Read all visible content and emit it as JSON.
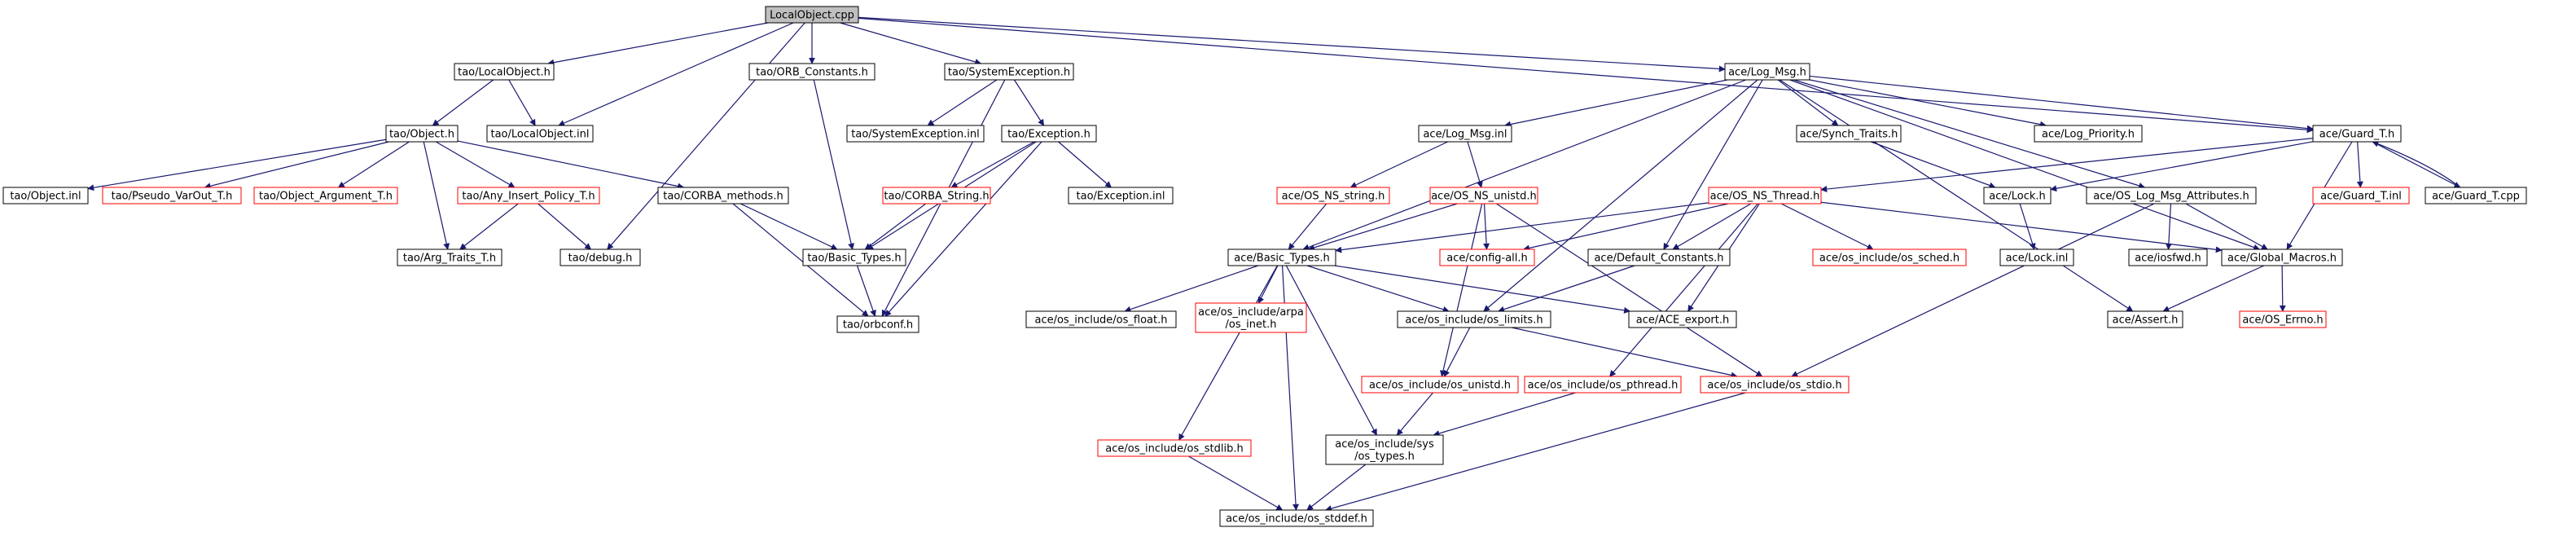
{
  "diagram": {
    "nodes": [
      {
        "id": "localobject_cpp",
        "lines": [
          "LocalObject.cpp"
        ],
        "style": "root"
      },
      {
        "id": "tao_localobject_h",
        "lines": [
          "tao/LocalObject.h"
        ],
        "style": "black"
      },
      {
        "id": "tao_orb_constants_h",
        "lines": [
          "tao/ORB_Constants.h"
        ],
        "style": "black"
      },
      {
        "id": "tao_systemexception_h",
        "lines": [
          "tao/SystemException.h"
        ],
        "style": "black"
      },
      {
        "id": "ace_log_msg_h",
        "lines": [
          "ace/Log_Msg.h"
        ],
        "style": "black"
      },
      {
        "id": "tao_object_h",
        "lines": [
          "tao/Object.h"
        ],
        "style": "black"
      },
      {
        "id": "tao_localobject_inl",
        "lines": [
          "tao/LocalObject.inl"
        ],
        "style": "black"
      },
      {
        "id": "tao_systemexception_inl",
        "lines": [
          "tao/SystemException.inl"
        ],
        "style": "black"
      },
      {
        "id": "tao_exception_h",
        "lines": [
          "tao/Exception.h"
        ],
        "style": "black"
      },
      {
        "id": "ace_log_msg_inl",
        "lines": [
          "ace/Log_Msg.inl"
        ],
        "style": "black"
      },
      {
        "id": "ace_synch_traits_h",
        "lines": [
          "ace/Synch_Traits.h"
        ],
        "style": "black"
      },
      {
        "id": "ace_log_priority_h",
        "lines": [
          "ace/Log_Priority.h"
        ],
        "style": "black"
      },
      {
        "id": "ace_guard_t_h",
        "lines": [
          "ace/Guard_T.h"
        ],
        "style": "black"
      },
      {
        "id": "tao_object_inl",
        "lines": [
          "tao/Object.inl"
        ],
        "style": "black"
      },
      {
        "id": "tao_pseudo_varout_t_h",
        "lines": [
          "tao/Pseudo_VarOut_T.h"
        ],
        "style": "red"
      },
      {
        "id": "tao_object_argument_t_h",
        "lines": [
          "tao/Object_Argument_T.h"
        ],
        "style": "red"
      },
      {
        "id": "tao_any_insert_policy_t_h",
        "lines": [
          "tao/Any_Insert_Policy_T.h"
        ],
        "style": "red"
      },
      {
        "id": "tao_corba_methods_h",
        "lines": [
          "tao/CORBA_methods.h"
        ],
        "style": "black"
      },
      {
        "id": "tao_corba_string_h",
        "lines": [
          "tao/CORBA_String.h"
        ],
        "style": "red"
      },
      {
        "id": "tao_exception_inl",
        "lines": [
          "tao/Exception.inl"
        ],
        "style": "black"
      },
      {
        "id": "ace_os_ns_string_h",
        "lines": [
          "ace/OS_NS_string.h"
        ],
        "style": "red"
      },
      {
        "id": "ace_os_ns_unistd_h",
        "lines": [
          "ace/OS_NS_unistd.h"
        ],
        "style": "red"
      },
      {
        "id": "ace_os_ns_thread_h",
        "lines": [
          "ace/OS_NS_Thread.h"
        ],
        "style": "red"
      },
      {
        "id": "ace_lock_h",
        "lines": [
          "ace/Lock.h"
        ],
        "style": "black"
      },
      {
        "id": "ace_os_log_msg_attributes_h",
        "lines": [
          "ace/OS_Log_Msg_Attributes.h"
        ],
        "style": "black"
      },
      {
        "id": "ace_guard_t_inl",
        "lines": [
          "ace/Guard_T.inl"
        ],
        "style": "red"
      },
      {
        "id": "ace_guard_t_cpp",
        "lines": [
          "ace/Guard_T.cpp"
        ],
        "style": "black"
      },
      {
        "id": "tao_arg_traits_t_h",
        "lines": [
          "tao/Arg_Traits_T.h"
        ],
        "style": "black"
      },
      {
        "id": "tao_debug_h",
        "lines": [
          "tao/debug.h"
        ],
        "style": "black"
      },
      {
        "id": "tao_basic_types_h",
        "lines": [
          "tao/Basic_Types.h"
        ],
        "style": "black"
      },
      {
        "id": "ace_basic_types_h",
        "lines": [
          "ace/Basic_Types.h"
        ],
        "style": "black"
      },
      {
        "id": "ace_config_all_h",
        "lines": [
          "ace/config-all.h"
        ],
        "style": "red"
      },
      {
        "id": "ace_default_constants_h",
        "lines": [
          "ace/Default_Constants.h"
        ],
        "style": "black"
      },
      {
        "id": "ace_os_include_os_sched_h",
        "lines": [
          "ace/os_include/os_sched.h"
        ],
        "style": "red"
      },
      {
        "id": "ace_iosfwd_h",
        "lines": [
          "ace/iosfwd.h"
        ],
        "style": "black"
      },
      {
        "id": "ace_global_macros_h",
        "lines": [
          "ace/Global_Macros.h"
        ],
        "style": "black"
      },
      {
        "id": "ace_lock_inl",
        "lines": [
          "ace/Lock.inl"
        ],
        "style": "black"
      },
      {
        "id": "tao_orbconf_h",
        "lines": [
          "tao/orbconf.h"
        ],
        "style": "black"
      },
      {
        "id": "ace_os_include_os_float_h",
        "lines": [
          "ace/os_include/os_float.h"
        ],
        "style": "black"
      },
      {
        "id": "ace_os_include_arpa_os_inet_h",
        "lines": [
          "ace/os_include/arpa",
          "/os_inet.h"
        ],
        "style": "red"
      },
      {
        "id": "ace_os_include_os_limits_h",
        "lines": [
          "ace/os_include/os_limits.h"
        ],
        "style": "black"
      },
      {
        "id": "ace_ace_export_h",
        "lines": [
          "ace/ACE_export.h"
        ],
        "style": "black"
      },
      {
        "id": "ace_assert_h",
        "lines": [
          "ace/Assert.h"
        ],
        "style": "black"
      },
      {
        "id": "ace_os_errno_h",
        "lines": [
          "ace/OS_Errno.h"
        ],
        "style": "red"
      },
      {
        "id": "ace_os_include_os_unistd_h",
        "lines": [
          "ace/os_include/os_unistd.h"
        ],
        "style": "red"
      },
      {
        "id": "ace_os_include_os_pthread_h",
        "lines": [
          "ace/os_include/os_pthread.h"
        ],
        "style": "red"
      },
      {
        "id": "ace_os_include_os_stdio_h",
        "lines": [
          "ace/os_include/os_stdio.h"
        ],
        "style": "red"
      },
      {
        "id": "ace_os_include_os_stdlib_h",
        "lines": [
          "ace/os_include/os_stdlib.h"
        ],
        "style": "red"
      },
      {
        "id": "ace_os_include_sys_os_types_h",
        "lines": [
          "ace/os_include/sys",
          "/os_types.h"
        ],
        "style": "black"
      },
      {
        "id": "ace_os_include_os_stddef_h",
        "lines": [
          "ace/os_include/os_stddef.h"
        ],
        "style": "black"
      }
    ],
    "edges": [
      [
        "localobject_cpp",
        "tao_localobject_h"
      ],
      [
        "localobject_cpp",
        "tao_localobject_inl"
      ],
      [
        "localobject_cpp",
        "tao_orb_constants_h"
      ],
      [
        "localobject_cpp",
        "tao_systemexception_h"
      ],
      [
        "localobject_cpp",
        "ace_log_msg_h"
      ],
      [
        "localobject_cpp",
        "tao_debug_h"
      ],
      [
        "localobject_cpp",
        "ace_guard_t_h"
      ],
      [
        "tao_localobject_h",
        "tao_object_h"
      ],
      [
        "tao_localobject_h",
        "tao_localobject_inl"
      ],
      [
        "tao_object_h",
        "tao_object_inl"
      ],
      [
        "tao_object_h",
        "tao_pseudo_varout_t_h"
      ],
      [
        "tao_object_h",
        "tao_object_argument_t_h"
      ],
      [
        "tao_object_h",
        "tao_any_insert_policy_t_h"
      ],
      [
        "tao_object_h",
        "tao_arg_traits_t_h"
      ],
      [
        "tao_object_h",
        "tao_corba_methods_h"
      ],
      [
        "tao_any_insert_policy_t_h",
        "tao_arg_traits_t_h"
      ],
      [
        "tao_any_insert_policy_t_h",
        "tao_debug_h"
      ],
      [
        "tao_corba_methods_h",
        "tao_basic_types_h"
      ],
      [
        "tao_corba_methods_h",
        "tao_orbconf_h"
      ],
      [
        "tao_orb_constants_h",
        "tao_basic_types_h"
      ],
      [
        "tao_systemexception_h",
        "tao_systemexception_inl"
      ],
      [
        "tao_systemexception_h",
        "tao_exception_h"
      ],
      [
        "tao_systemexception_h",
        "tao_orbconf_h"
      ],
      [
        "tao_exception_h",
        "tao_basic_types_h"
      ],
      [
        "tao_exception_h",
        "tao_corba_string_h"
      ],
      [
        "tao_exception_h",
        "tao_exception_inl"
      ],
      [
        "tao_exception_h",
        "tao_orbconf_h"
      ],
      [
        "tao_corba_string_h",
        "tao_basic_types_h"
      ],
      [
        "tao_basic_types_h",
        "tao_orbconf_h"
      ],
      [
        "ace_log_msg_h",
        "ace_log_msg_inl"
      ],
      [
        "ace_log_msg_h",
        "ace_synch_traits_h"
      ],
      [
        "ace_log_msg_h",
        "ace_log_priority_h"
      ],
      [
        "ace_log_msg_h",
        "ace_guard_t_h"
      ],
      [
        "ace_log_msg_h",
        "ace_basic_types_h"
      ],
      [
        "ace_log_msg_h",
        "ace_default_constants_h"
      ],
      [
        "ace_log_msg_h",
        "ace_os_include_os_limits_h"
      ],
      [
        "ace_log_msg_h",
        "ace_os_log_msg_attributes_h"
      ],
      [
        "ace_log_msg_h",
        "ace_global_macros_h"
      ],
      [
        "ace_log_msg_h",
        "ace_assert_h"
      ],
      [
        "ace_log_msg_inl",
        "ace_os_ns_string_h"
      ],
      [
        "ace_log_msg_inl",
        "ace_os_ns_unistd_h"
      ],
      [
        "ace_os_ns_string_h",
        "ace_basic_types_h"
      ],
      [
        "ace_os_ns_unistd_h",
        "ace_basic_types_h"
      ],
      [
        "ace_os_ns_unistd_h",
        "ace_config_all_h"
      ],
      [
        "ace_os_ns_unistd_h",
        "ace_os_include_os_unistd_h"
      ],
      [
        "ace_os_ns_unistd_h",
        "ace_os_include_os_stdio_h"
      ],
      [
        "ace_synch_traits_h",
        "ace_lock_h"
      ],
      [
        "ace_guard_t_h",
        "ace_lock_h"
      ],
      [
        "ace_guard_t_h",
        "ace_os_ns_thread_h"
      ],
      [
        "ace_guard_t_h",
        "ace_guard_t_inl"
      ],
      [
        "ace_guard_t_h",
        "ace_guard_t_cpp"
      ],
      [
        "ace_guard_t_h",
        "ace_global_macros_h"
      ],
      [
        "ace_guard_t_cpp",
        "ace_guard_t_h"
      ],
      [
        "ace_lock_h",
        "ace_lock_inl"
      ],
      [
        "ace_os_ns_thread_h",
        "ace_basic_types_h"
      ],
      [
        "ace_os_ns_thread_h",
        "ace_config_all_h"
      ],
      [
        "ace_os_ns_thread_h",
        "ace_default_constants_h"
      ],
      [
        "ace_os_ns_thread_h",
        "ace_os_include_os_sched_h"
      ],
      [
        "ace_os_ns_thread_h",
        "ace_global_macros_h"
      ],
      [
        "ace_os_ns_thread_h",
        "ace_ace_export_h"
      ],
      [
        "ace_os_ns_thread_h",
        "ace_os_include_os_pthread_h"
      ],
      [
        "ace_os_log_msg_attributes_h",
        "ace_iosfwd_h"
      ],
      [
        "ace_os_log_msg_attributes_h",
        "ace_global_macros_h"
      ],
      [
        "ace_os_log_msg_attributes_h",
        "ace_os_include_os_stdio_h"
      ],
      [
        "ace_global_macros_h",
        "ace_assert_h"
      ],
      [
        "ace_global_macros_h",
        "ace_os_errno_h"
      ],
      [
        "ace_default_constants_h",
        "ace_os_include_os_limits_h"
      ],
      [
        "ace_basic_types_h",
        "ace_os_include_os_float_h"
      ],
      [
        "ace_basic_types_h",
        "ace_os_include_arpa_os_inet_h"
      ],
      [
        "ace_basic_types_h",
        "ace_os_include_os_limits_h"
      ],
      [
        "ace_basic_types_h",
        "ace_ace_export_h"
      ],
      [
        "ace_basic_types_h",
        "ace_os_include_sys_os_types_h"
      ],
      [
        "ace_basic_types_h",
        "ace_os_include_os_stdlib_h"
      ],
      [
        "ace_basic_types_h",
        "ace_os_include_os_stddef_h"
      ],
      [
        "ace_os_include_os_limits_h",
        "ace_os_include_os_unistd_h"
      ],
      [
        "ace_os_include_os_limits_h",
        "ace_os_include_os_stdio_h"
      ],
      [
        "ace_os_include_os_unistd_h",
        "ace_os_include_sys_os_types_h"
      ],
      [
        "ace_os_include_os_pthread_h",
        "ace_os_include_sys_os_types_h"
      ],
      [
        "ace_os_include_os_stdio_h",
        "ace_os_include_os_stddef_h"
      ],
      [
        "ace_os_include_os_stdlib_h",
        "ace_os_include_os_stddef_h"
      ],
      [
        "ace_os_include_sys_os_types_h",
        "ace_os_include_os_stddef_h"
      ]
    ]
  }
}
